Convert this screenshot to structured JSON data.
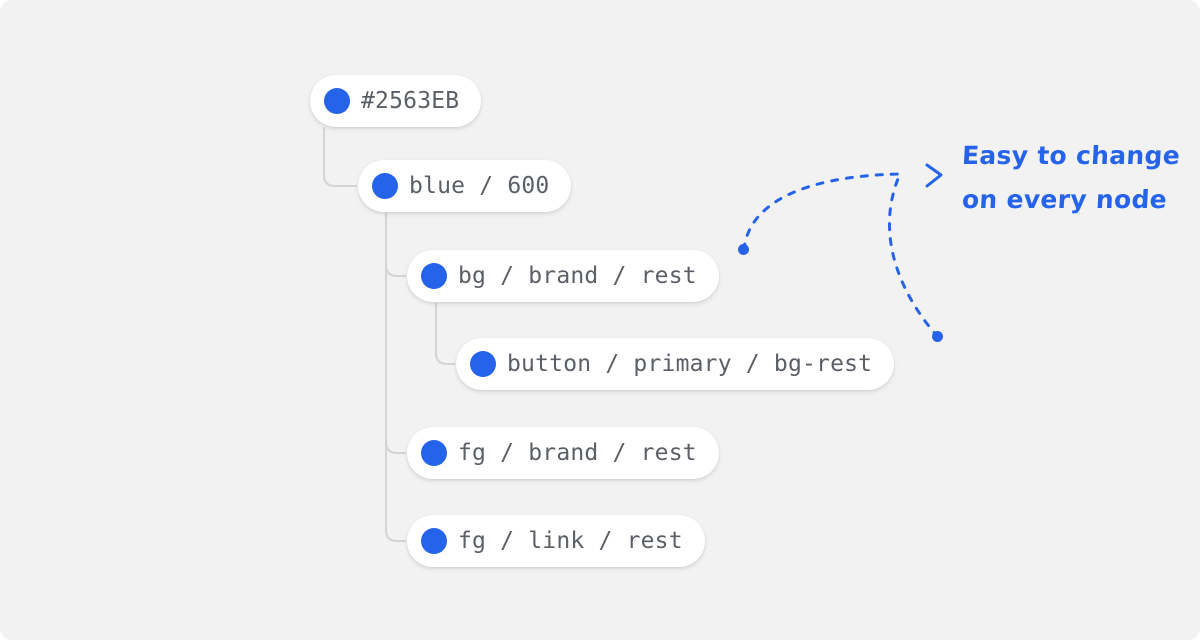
{
  "canvas": {
    "background_color": "#F2F2F2",
    "accent_color": "#2563EB",
    "node_text_color": "#5B5F66",
    "node_background_color": "#FFFFFF",
    "connector_color": "#D4D4D4"
  },
  "tree": {
    "nodes": [
      {
        "label": "#2563EB",
        "swatch": "blue-swatch-circle",
        "depth": 0
      },
      {
        "label": "blue / 600",
        "swatch": "blue-swatch-circle",
        "depth": 1
      },
      {
        "label": "bg / brand / rest",
        "swatch": "blue-swatch-circle",
        "depth": 2
      },
      {
        "label": "button / primary / bg-rest",
        "swatch": "blue-swatch-circle",
        "depth": 3
      },
      {
        "label": "fg / brand / rest",
        "swatch": "blue-swatch-circle",
        "depth": 2
      },
      {
        "label": "fg / link / rest",
        "swatch": "blue-swatch-circle",
        "depth": 2
      }
    ]
  },
  "annotation": {
    "line1": "Easy to change",
    "line2": "on every node",
    "color": "#2563EB",
    "arrow": "arrow-right",
    "anchor_nodes": [
      "bg / brand / rest",
      "button / primary / bg-rest"
    ]
  }
}
